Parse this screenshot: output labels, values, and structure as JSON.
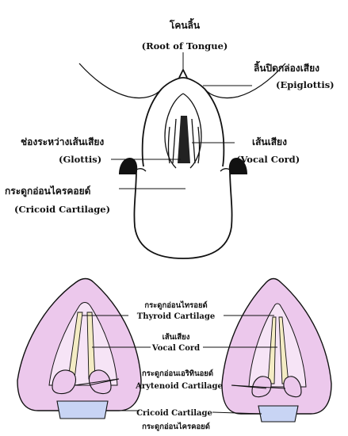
{
  "top_diagram": {
    "root_of_tongue": {
      "thai": "โคนลิ้น",
      "en": "(Root of Tongue)"
    },
    "epiglottis": {
      "thai": "ลิ้นปิดกล่องเสียง",
      "en": "(Epiglottis)"
    },
    "glottis": {
      "thai": "ช่องระหว่างเส้นเสียง",
      "en": "(Glottis)"
    },
    "vocal_cord": {
      "thai": "เส้นเสียง",
      "en": "(Vocal Cord)"
    },
    "cricoid": {
      "thai": "กระดูกอ่อนไครคอยด์",
      "en": "(Cricoid Cartilage)"
    }
  },
  "bottom_diagram": {
    "thyroid": {
      "thai": "กระดูกอ่อนไทรอยด์",
      "en": "Thyroid Cartilage"
    },
    "vocal_cord": {
      "thai": "เส้นเสียง",
      "en": "Vocal Cord"
    },
    "arytenoid": {
      "thai": "กระดูกอ่อนเอริทินอยด์",
      "en": "Arytenoid Cartilage"
    },
    "cricoid": {
      "en": "Cricoid Cartilage",
      "thai": "กระดูกอ่อนไครคอยด์"
    }
  },
  "colors": {
    "cartilage_fill": "#ecc8ec",
    "cricoid_fill": "#c8d4f4",
    "cord_fill": "#f4ecc4",
    "ink": "#111111"
  }
}
